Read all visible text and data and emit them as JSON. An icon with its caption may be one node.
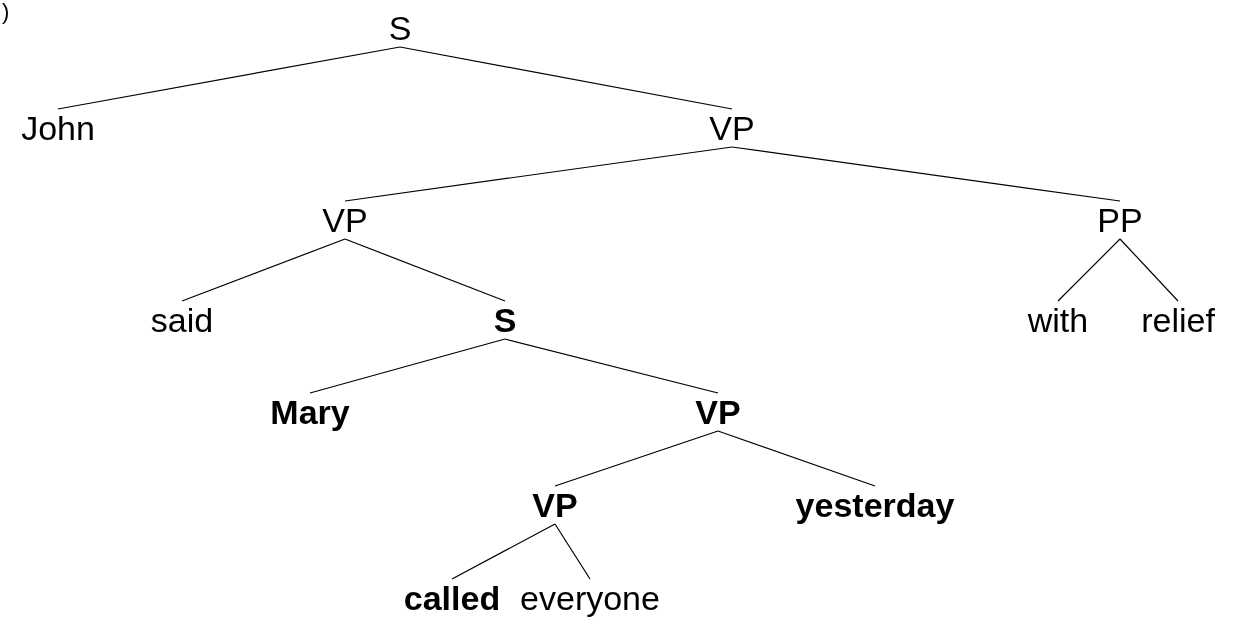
{
  "diagram": {
    "nodes": [
      {
        "text": [
          "S"
        ]
      },
      {
        "text": [
          "John"
        ]
      },
      {
        "text": [
          "VP"
        ]
      },
      {
        "text": [
          "VP"
        ]
      },
      {
        "text": [
          "PP"
        ]
      },
      {
        "text": [
          "said"
        ]
      },
      {
        "text": [
          "S"
        ]
      },
      {
        "text": [
          "with"
        ]
      },
      {
        "text": [
          "relief"
        ]
      },
      {
        "text": [
          "Mary"
        ]
      },
      {
        "text": [
          "VP"
        ]
      },
      {
        "text": [
          "VP"
        ]
      },
      {
        "text": [
          "yesterday"
        ]
      },
      {
        "text": [
          "called"
        ]
      },
      {
        "text": [
          "everyone"
        ]
      }
    ],
    "edges": [
      {
        "from": 0,
        "to": 1,
        "arrow": "none"
      },
      {
        "from": 0,
        "to": 2,
        "arrow": "none"
      },
      {
        "from": 2,
        "to": 3,
        "arrow": "none"
      },
      {
        "from": 2,
        "to": 4,
        "arrow": "none"
      },
      {
        "from": 3,
        "to": 5,
        "arrow": "none"
      },
      {
        "from": 3,
        "to": 6,
        "arrow": "none"
      },
      {
        "from": 4,
        "to": 7,
        "arrow": "none"
      },
      {
        "from": 4,
        "to": 8,
        "arrow": "none"
      },
      {
        "from": 6,
        "to": 9,
        "arrow": "none"
      },
      {
        "from": 6,
        "to": 10,
        "arrow": "none"
      },
      {
        "from": 10,
        "to": 11,
        "arrow": "none"
      },
      {
        "from": 10,
        "to": 12,
        "arrow": "none"
      },
      {
        "from": 11,
        "to": 13,
        "arrow": "none"
      },
      {
        "from": 11,
        "to": 14,
        "arrow": "none"
      }
    ],
    "labels": [
      ")"
    ]
  }
}
